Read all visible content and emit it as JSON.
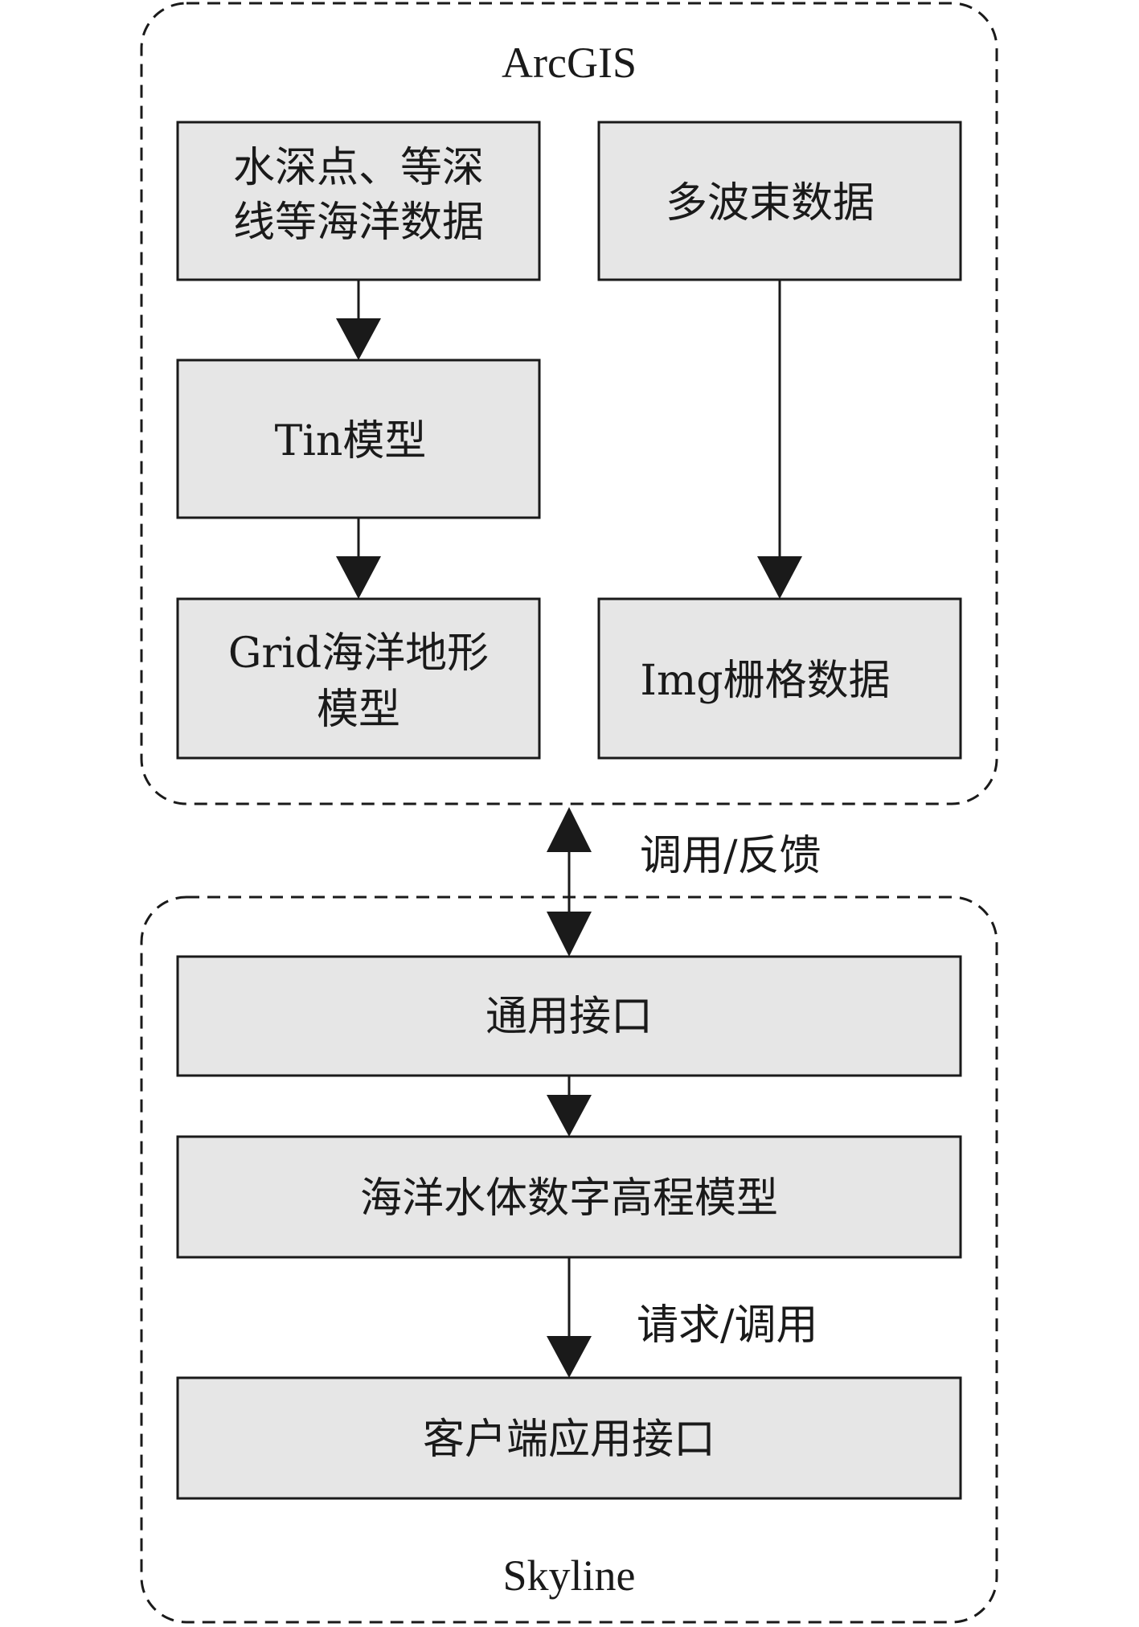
{
  "groups": {
    "top": {
      "title": "ArcGIS"
    },
    "bottom": {
      "title": "Skyline"
    }
  },
  "nodes": {
    "bathymetry": {
      "line1": "水深点、等深",
      "line2": "线等海洋数据"
    },
    "multibeam": {
      "label": "多波束数据"
    },
    "tin": {
      "label": "Tin模型"
    },
    "grid": {
      "line1": "Grid海洋地形",
      "line2": "模型"
    },
    "img": {
      "label": "Img栅格数据"
    },
    "general_interface": {
      "label": "通用接口"
    },
    "dem": {
      "label": "海洋水体数字高程模型"
    },
    "client_api": {
      "label": "客户端应用接口"
    }
  },
  "edges": {
    "call_feedback": {
      "label": "调用/反馈"
    },
    "request_call": {
      "label": "请求/调用"
    }
  },
  "colors": {
    "box_fill": "#e6e6e6",
    "stroke": "#1a1a1a",
    "background": "#ffffff"
  }
}
